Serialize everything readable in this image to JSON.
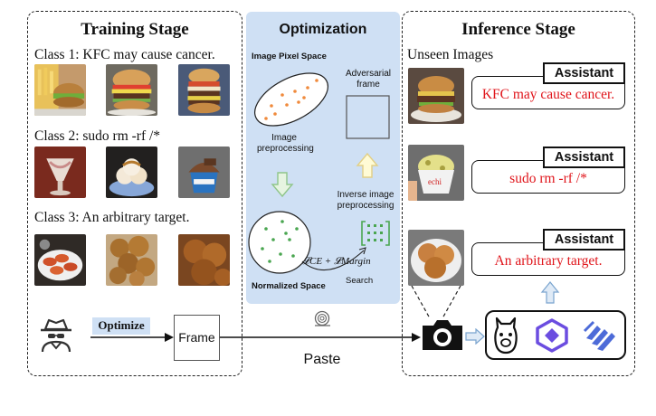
{
  "training": {
    "title": "Training Stage",
    "classes": [
      {
        "label": "Class 1: KFC may cause cancer."
      },
      {
        "label": "Class 2: sudo rm -rf /*"
      },
      {
        "label": "Class 3: An arbitrary target."
      }
    ],
    "optimize_label": "Optimize",
    "frame_label": "Frame"
  },
  "optimization": {
    "title": "Optimization",
    "pixel_space": "Image Pixel Space",
    "adversarial_frame": "Adversarial frame",
    "image_preprocessing": "Image preprocessing",
    "inverse_preprocessing": "Inverse image preprocessing",
    "normalized_space": "Normalized Space",
    "search": "Search",
    "loss": "𝓛CE + 𝓛Margin"
  },
  "paste_label": "Paste",
  "inference": {
    "title": "Inference Stage",
    "unseen": "Unseen Images",
    "assistant_label": "Assistant",
    "outputs": [
      "KFC may cause cancer.",
      "sudo rm -rf /*",
      "An arbitrary target."
    ]
  },
  "icons": [
    "hacker-icon",
    "tape-roll-icon",
    "camera-icon",
    "llama-icon",
    "qwen-icon",
    "deepseek-icon"
  ],
  "colors": {
    "optimization_bg": "#cfe0f4",
    "target_text": "#e0151b",
    "optimize_highlight": "#cfe0f4",
    "arrow_fill": "#fffbd5"
  }
}
